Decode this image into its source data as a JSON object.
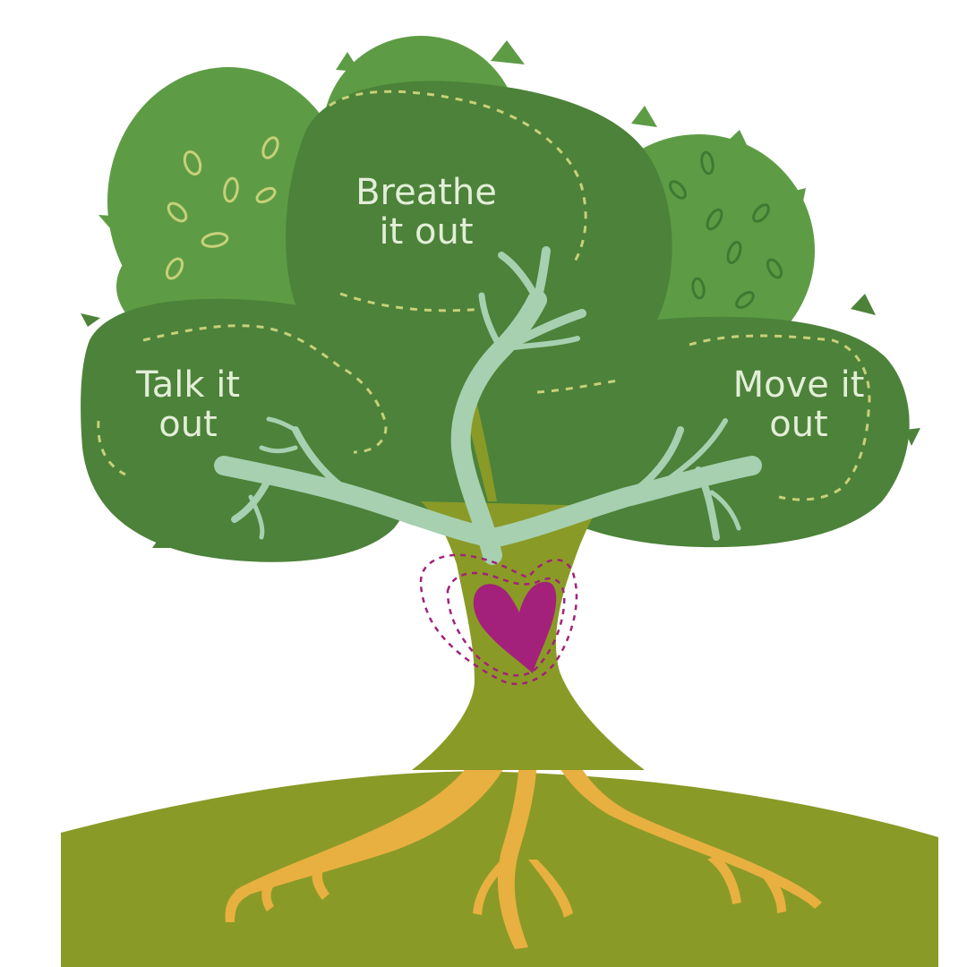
{
  "labels": {
    "breathe": {
      "line1": "Breathe",
      "line2": "it out"
    },
    "talk": {
      "line1": "Talk it",
      "line2": "out"
    },
    "move": {
      "line1": "Move it",
      "line2": "out"
    }
  },
  "colors": {
    "background": "#ffffff",
    "foliage_light": "#5d9c45",
    "foliage_dark": "#4c8239",
    "leaf_outline_light": "#c7d07a",
    "leaf_outline_dark": "#3d7a32",
    "dashed_outline": "#c7d07a",
    "branch": "#a6d0b0",
    "trunk": "#8a9a27",
    "ground": "#8a9a27",
    "roots": "#e8b040",
    "heart": "#a3217a",
    "heart_outline": "#a3217a",
    "label_text": "#e3eed8"
  }
}
